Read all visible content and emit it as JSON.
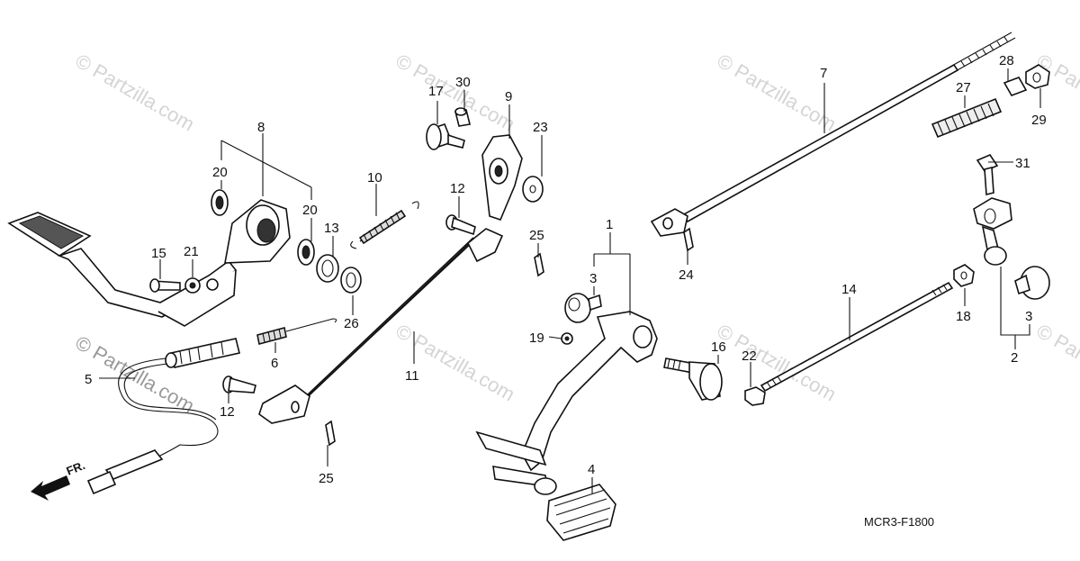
{
  "watermark": "© Partzilla.com",
  "diagram_code": "MCR3-F1800",
  "direction_label": "FR.",
  "callouts": {
    "c1": "1",
    "c2": "2",
    "c3a": "3",
    "c3b": "3",
    "c4": "4",
    "c5": "5",
    "c6": "6",
    "c7": "7",
    "c8": "8",
    "c9": "9",
    "c10": "10",
    "c11": "11",
    "c12a": "12",
    "c12b": "12",
    "c13": "13",
    "c14": "14",
    "c15": "15",
    "c16": "16",
    "c17": "17",
    "c18": "18",
    "c19": "19",
    "c20a": "20",
    "c20b": "20",
    "c21": "21",
    "c22": "22",
    "c23": "23",
    "c24": "24",
    "c25a": "25",
    "c25b": "25",
    "c26": "26",
    "c27": "27",
    "c28": "28",
    "c29": "29",
    "c30": "30",
    "c31": "31"
  }
}
